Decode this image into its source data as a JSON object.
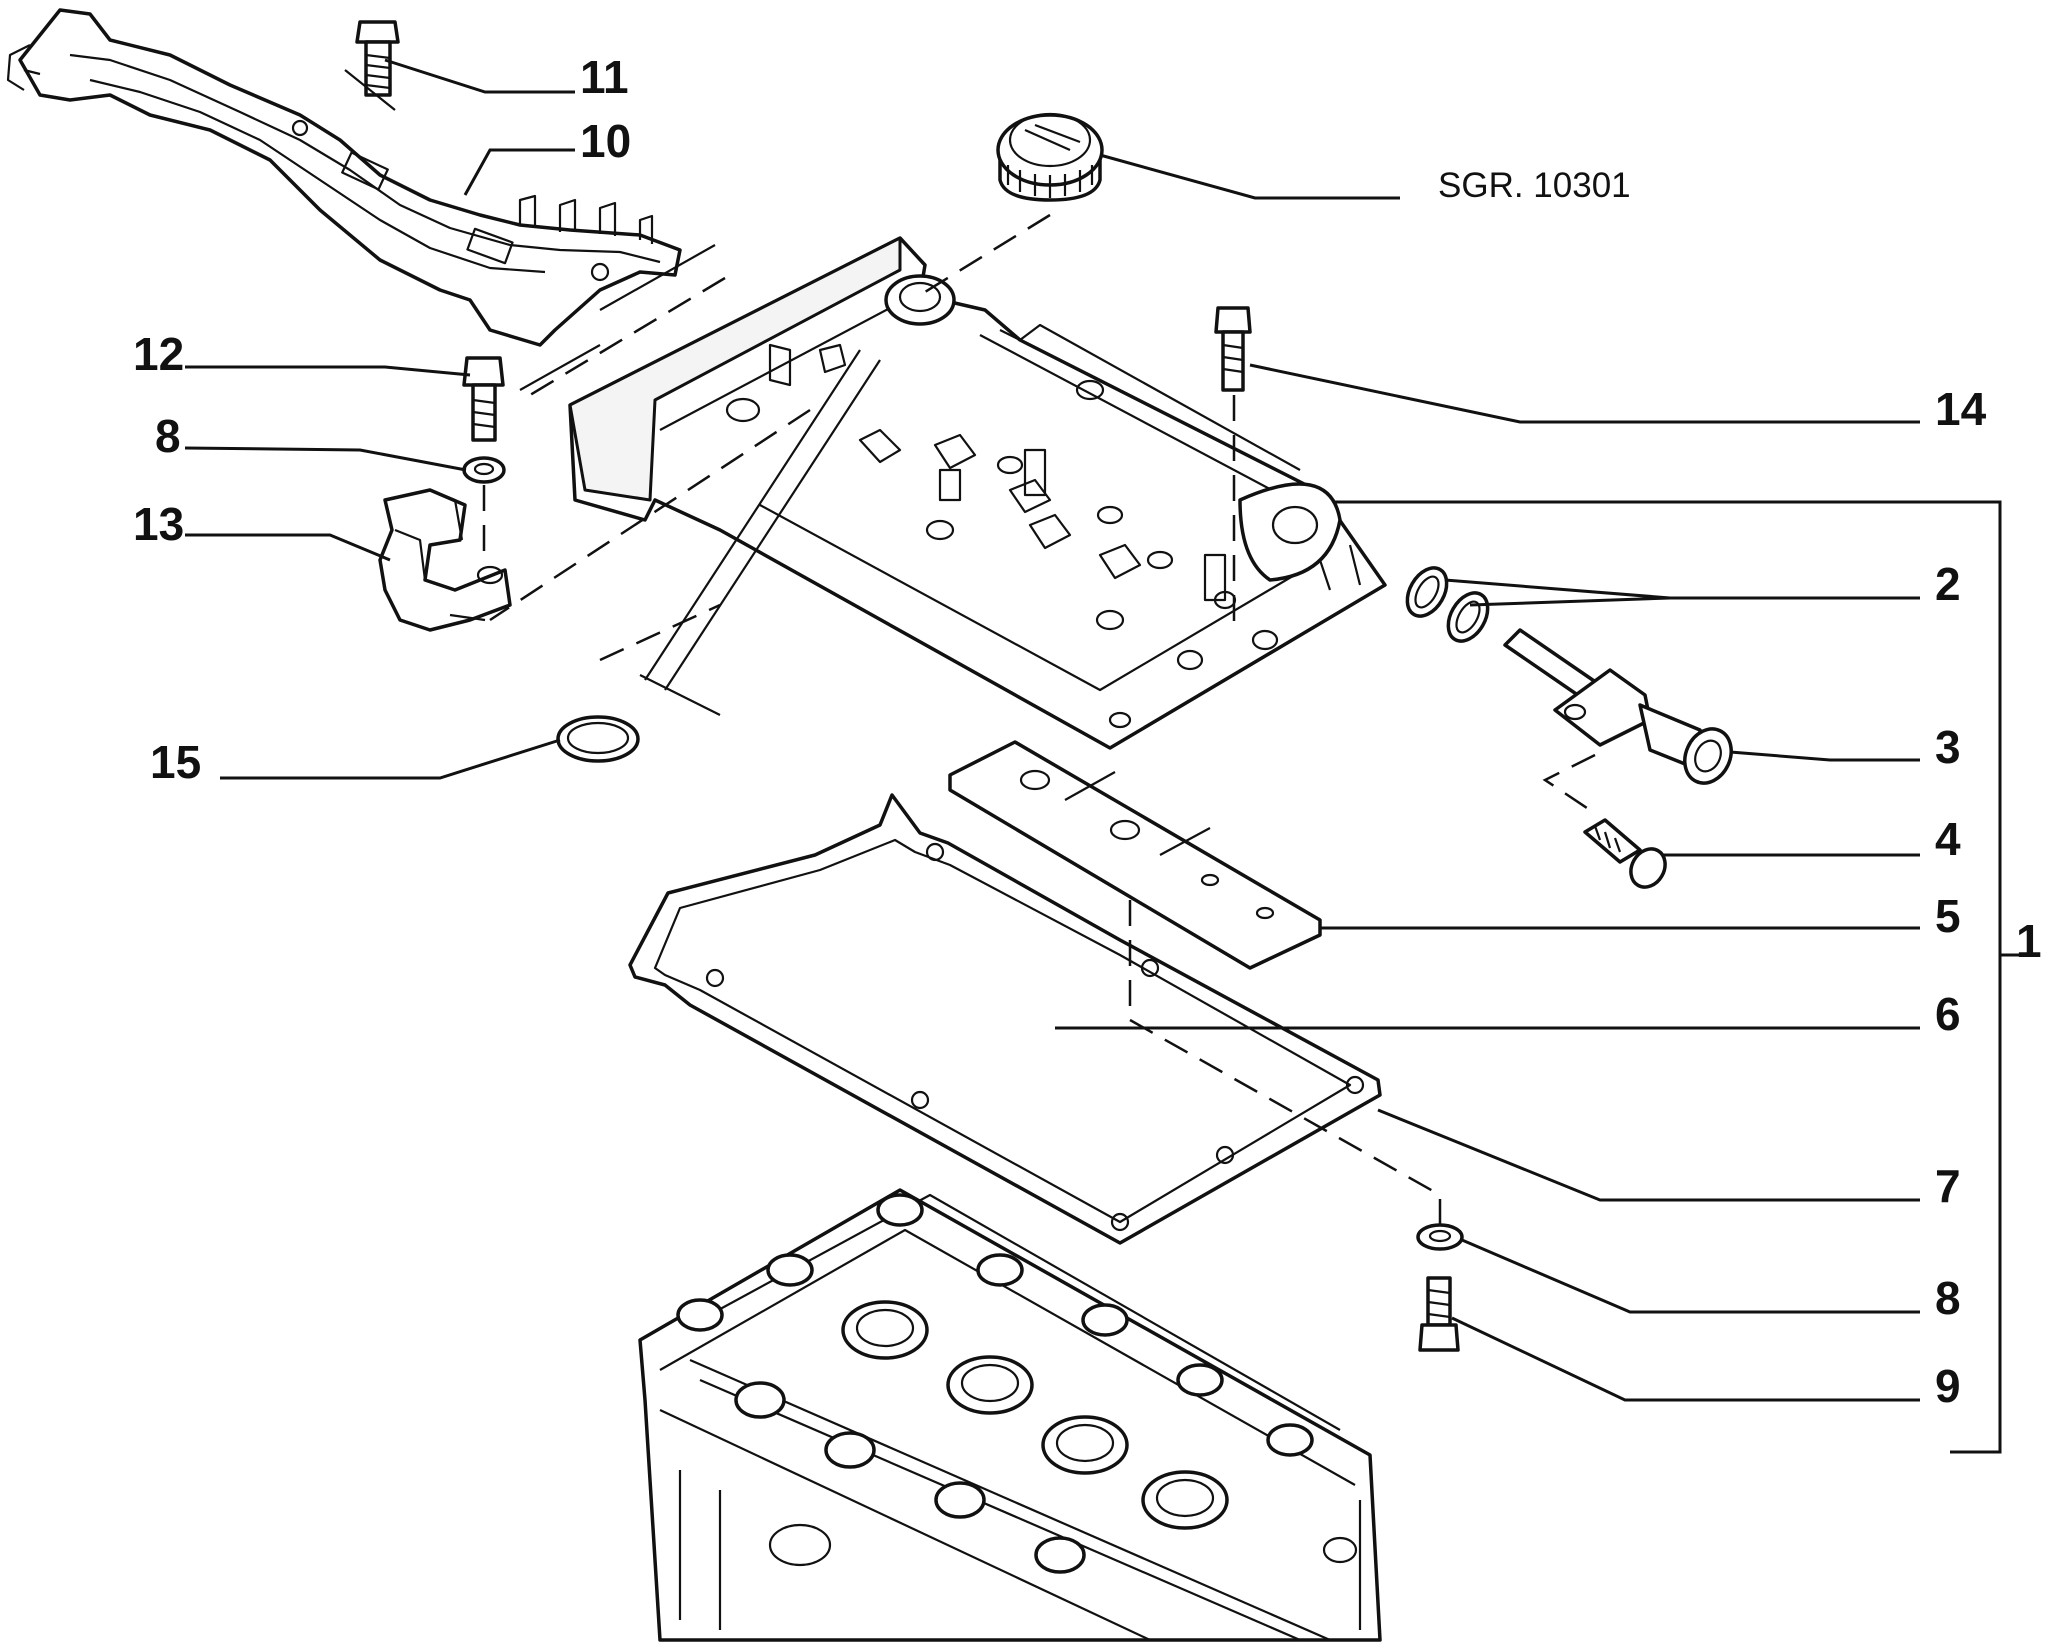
{
  "reference": {
    "text": "SGR. 10301"
  },
  "callouts": [
    {
      "id": "c11",
      "label": "11"
    },
    {
      "id": "c10",
      "label": "10"
    },
    {
      "id": "c12",
      "label": "12"
    },
    {
      "id": "c8a",
      "label": "8"
    },
    {
      "id": "c13",
      "label": "13"
    },
    {
      "id": "c15",
      "label": "15"
    },
    {
      "id": "c14",
      "label": "14"
    },
    {
      "id": "c2",
      "label": "2"
    },
    {
      "id": "c3",
      "label": "3"
    },
    {
      "id": "c4",
      "label": "4"
    },
    {
      "id": "c5",
      "label": "5"
    },
    {
      "id": "c6",
      "label": "6"
    },
    {
      "id": "c7",
      "label": "7"
    },
    {
      "id": "c8b",
      "label": "8"
    },
    {
      "id": "c9",
      "label": "9"
    },
    {
      "id": "c1",
      "label": "1"
    }
  ]
}
